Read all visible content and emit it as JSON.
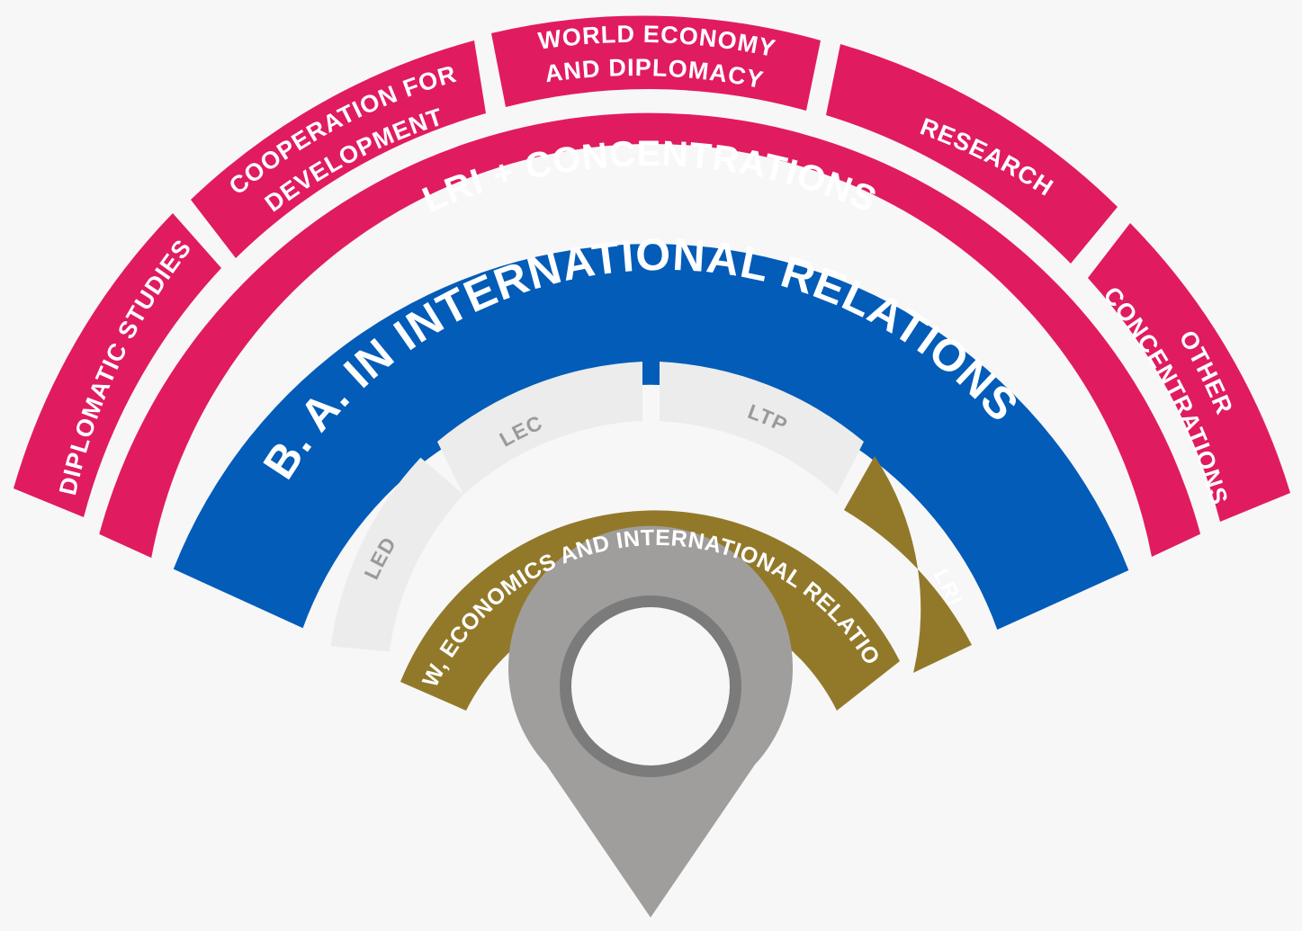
{
  "colors": {
    "background": "#f7f7f7",
    "pink": "#e11b60",
    "blue": "#025cb8",
    "gold": "#92792a",
    "light_grey": "#ececec",
    "light_grey_text": "#9a9a9a",
    "pin": "#a09e9d",
    "pin_ring": "#7b7b7b",
    "pin_hole": "#f7f7f7",
    "white": "#ffffff"
  },
  "outer_ring": {
    "diplomatic_studies": "DIPLOMATIC STUDIES",
    "cooperation_line1": "COOPERATION FOR",
    "cooperation_line2": "DEVELOPMENT",
    "world_economy_line1": "WORLD ECONOMY",
    "world_economy_line2": "AND DIPLOMACY",
    "research": "RESEARCH",
    "other_line1": "OTHER",
    "other_line2": "CONCENTRATIONS"
  },
  "lri_concentrations": "LRI + CONCENTRATIONS",
  "ba_title": "B. A. IN INTERNATIONAL RELATIONS",
  "grey_ring": {
    "led": "LED",
    "lec": "LEC",
    "ltp": "LTP"
  },
  "gold_ring": {
    "law_economics": "LAW, ECONOMICS AND INTERNATIONAL RELATIONS",
    "lri": "LRI"
  },
  "pin_icon": "map-pin-icon"
}
